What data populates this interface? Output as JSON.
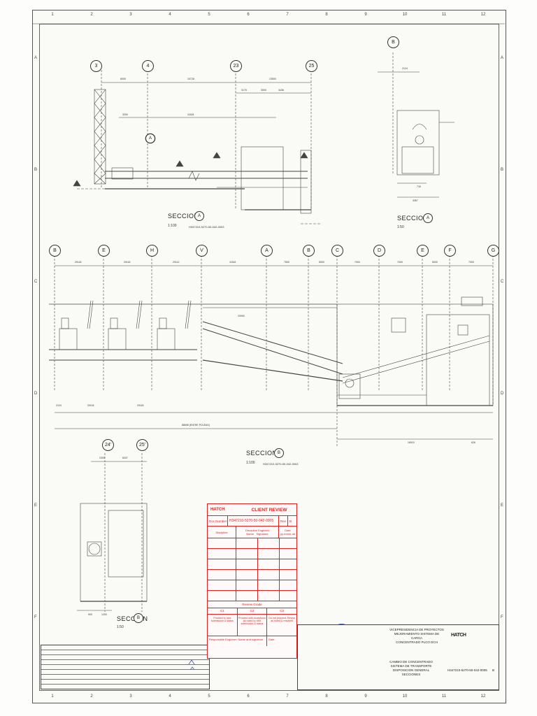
{
  "sheet": {
    "columns": [
      "1",
      "2",
      "3",
      "4",
      "5",
      "6",
      "7",
      "8",
      "9",
      "10",
      "11",
      "12"
    ],
    "rows": [
      "A",
      "B",
      "C",
      "D",
      "E",
      "F"
    ]
  },
  "section_a_plan": {
    "label": "SECCION",
    "letter": "A",
    "scale": "1:100",
    "ref": "H347210-5270-50-042-0003",
    "bubbles": [
      "3",
      "4",
      "23",
      "25",
      "A"
    ],
    "dims_top": [
      "6000",
      "10728",
      "13500"
    ],
    "dims_mid": [
      "3175",
      "3000",
      "3436"
    ],
    "dims_low": [
      "3200",
      "11624"
    ]
  },
  "section_a_detail": {
    "label": "SECCION",
    "letter": "A",
    "scale": "1:50",
    "bubble": "B",
    "dims": [
      "2124",
      "715",
      "3357"
    ]
  },
  "section_b": {
    "label": "SECCION",
    "letter": "B",
    "scale": "1:100",
    "ref": "H347210-5270-50-042-0003",
    "bubbles": [
      "B",
      "E",
      "H",
      "V",
      "A",
      "B",
      "C",
      "D",
      "E",
      "F",
      "G"
    ],
    "dims_top": [
      "20118",
      "20118",
      "20112",
      "11542",
      "7500",
      "5000",
      "7000",
      "7000",
      "5000",
      "7000"
    ],
    "dims_bottom": [
      "2124",
      "20118",
      "20118"
    ],
    "overall": "88698 (ENTRE POLEAS)",
    "dim_right": "16010",
    "dim_right2": "626",
    "dim_center": "20900"
  },
  "section_b_detail": {
    "label": "SECCION",
    "letter": "B",
    "scale": "1:50",
    "bubbles": [
      "24'",
      "25'"
    ],
    "dims_top": [
      "2300",
      "6037"
    ],
    "dims_bottom": [
      "900",
      "1200"
    ]
  },
  "client_review": {
    "logo": "HATCH",
    "title": "CLIENT REVIEW",
    "doc_number_label": "Doc Number",
    "doc_number": "H347210-5270-50-042-0005",
    "rev_label": "Rev",
    "rev": "B",
    "discipline_label": "Discipline",
    "discipline_engineer_label": "Discipline Engineer",
    "name_label": "Name",
    "signature_label": "Signature",
    "date_label": "Date",
    "date_format": "yy-mmm-dd",
    "review_grade_label": "Review Grade",
    "codes": [
      "C1",
      "C2",
      "C3"
    ],
    "options": [
      "Proceed to next submission & status",
      "Proceed with exceptions as noted to next submission & status",
      "Do not proceed. Revise as noted & resubmit"
    ],
    "responsible_label": "Responsible Engineer: Name and signature",
    "responsible_date_label": "Date"
  },
  "title_block": {
    "company": "HATCH",
    "client_lines": [
      "VICEPRESIDENCIA DE PROYECTOS",
      "MEJORAMIENTO SISTEMA DE CARGA",
      "CONCENTRADO PLCO DCH"
    ],
    "drawing_title": [
      "CAMBIO DE CONCENTRADO",
      "SISTEMA DE TRANSPORTE",
      "DISPOSICION GENERAL",
      "SECCIONES"
    ],
    "doc_number": "H347210-5270-50-042-0005",
    "rev": "B"
  },
  "colors": {
    "line": "#333333",
    "stamp": "#dd2222",
    "paper": "#fafaf7"
  }
}
